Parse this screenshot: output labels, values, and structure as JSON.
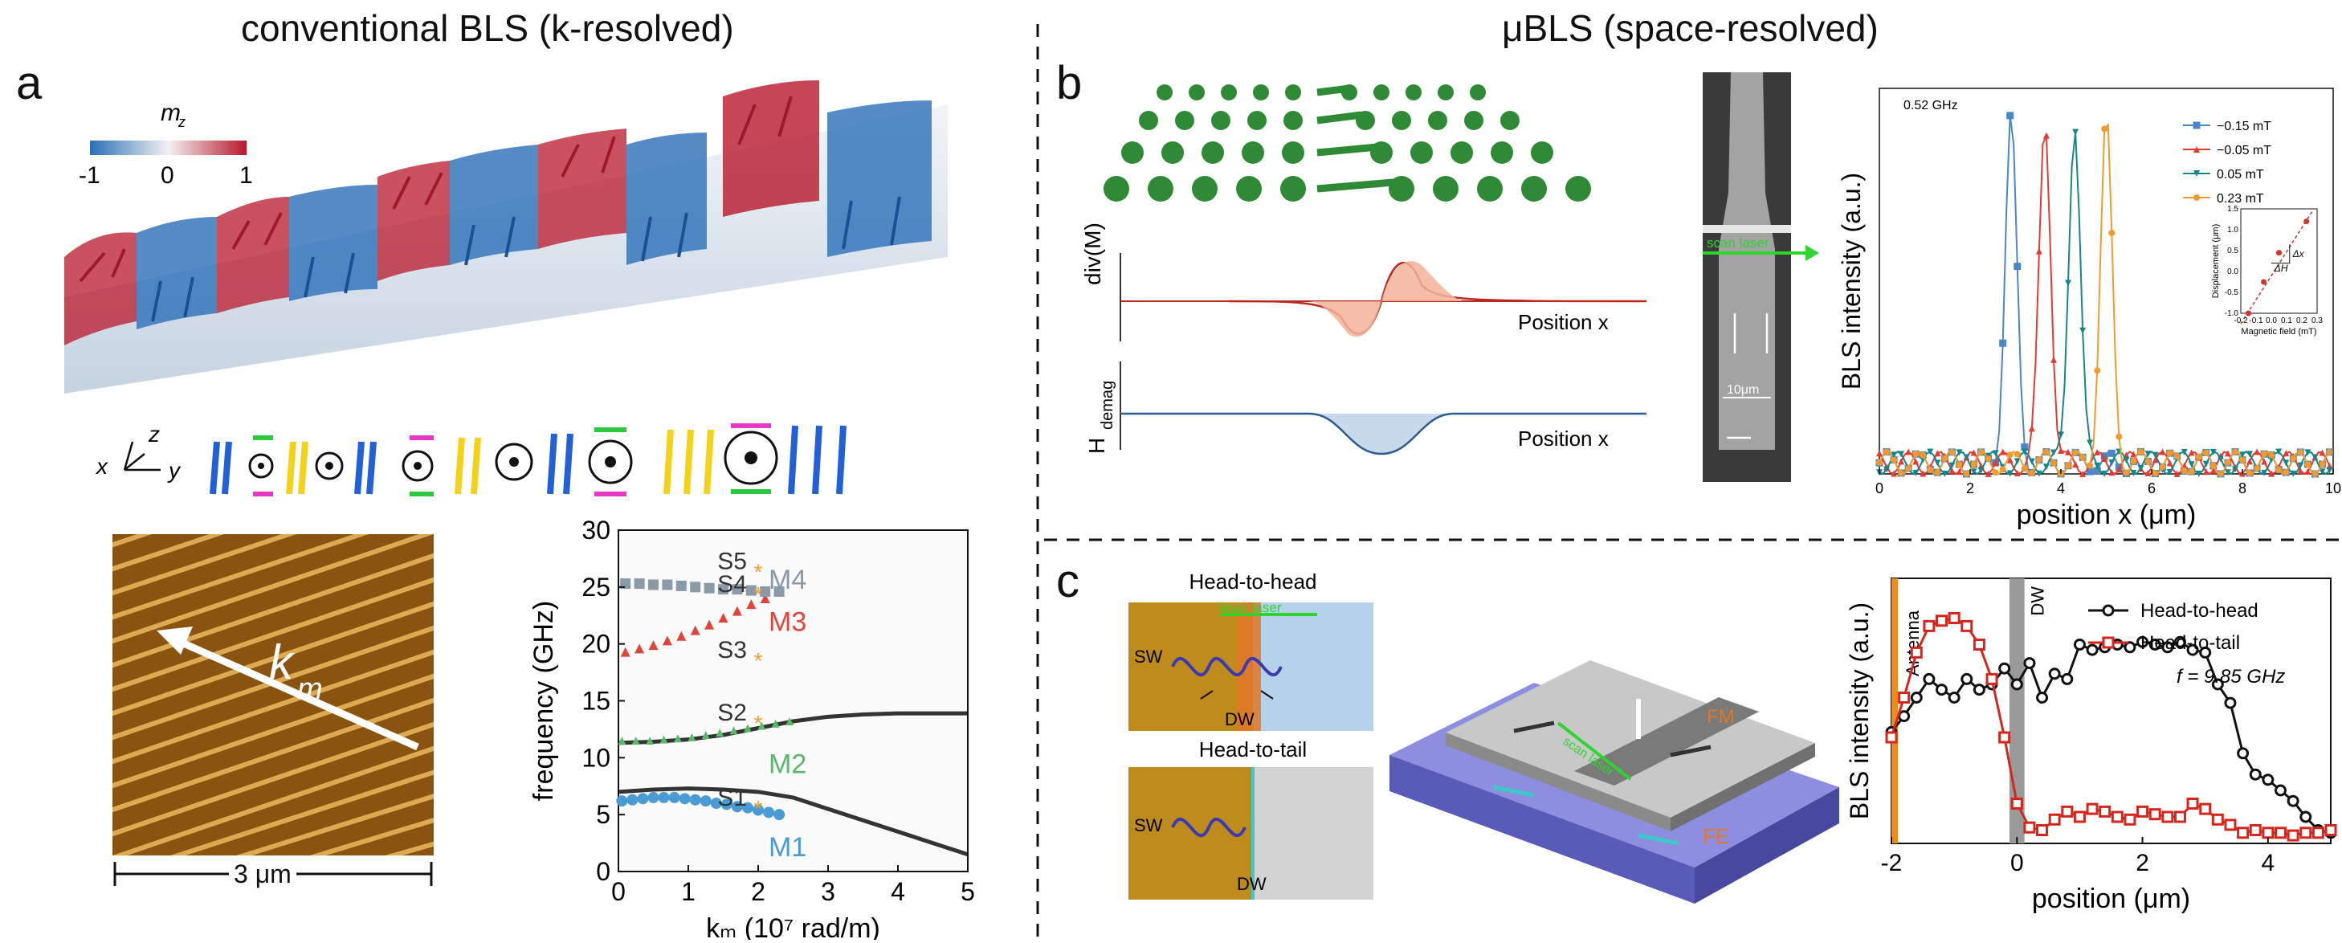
{
  "headers": {
    "left": "conventional BLS (k-resolved)",
    "right": "μBLS (space-resolved)"
  },
  "panel_labels": {
    "a": "a",
    "b": "b",
    "c": "c"
  },
  "panel_a": {
    "colorbar": {
      "title": "m",
      "title_sub": "z",
      "ticks": [
        "-1",
        "0",
        "1"
      ],
      "colors": {
        "neg": "#2a6fb8",
        "mid": "#f2f2f2",
        "pos": "#b8182b"
      }
    },
    "axes_triad": {
      "x": "x",
      "y": "y",
      "z": "z"
    },
    "afm": {
      "arrow_label": "k",
      "arrow_sub": "m",
      "scale_label": "3 μm"
    }
  },
  "panel_b": {
    "div_label": "div(M)",
    "hdemag_label": "H",
    "hdemag_sub": "demag",
    "position_label": "Position x",
    "sem": {
      "scan_label": "scan laser",
      "scale_label": "10μm"
    },
    "inset": {
      "xlabel": "Magnetic field (mT)",
      "ylabel": "Displacement (μm)",
      "dx_label": "Δx",
      "dh_label": "ΔH"
    }
  },
  "panel_c": {
    "h2h_title": "Head-to-head",
    "h2t_title": "Head-to-tail",
    "sw_label": "SW",
    "dw_label": "DW",
    "scan_label": "scan laser",
    "fm_label": "FM",
    "fe_label": "FE",
    "antenna_label": "Antenna",
    "dw_band_label": "DW",
    "freq_note": "f = 9.85 GHz"
  },
  "chart_data": [
    {
      "type": "scatter",
      "id": "dispersion",
      "xlabel": "kₘ (10⁷ rad/m)",
      "ylabel": "frequency (GHz)",
      "xlim": [
        0,
        5
      ],
      "ylim": [
        0,
        30
      ],
      "xticks": [
        "0",
        "1",
        "2",
        "3",
        "4",
        "5"
      ],
      "yticks": [
        "0",
        "5",
        "10",
        "15",
        "20",
        "25",
        "30"
      ],
      "series": [
        {
          "name": "M1",
          "color": "#4a9ad4",
          "x": [
            0.05,
            0.2,
            0.35,
            0.5,
            0.65,
            0.8,
            0.95,
            1.1,
            1.25,
            1.4,
            1.55,
            1.7,
            1.85,
            2.0,
            2.15,
            2.3
          ],
          "y": [
            6.2,
            6.3,
            6.4,
            6.5,
            6.5,
            6.5,
            6.4,
            6.3,
            6.2,
            6.0,
            5.9,
            5.7,
            5.6,
            5.4,
            5.2,
            5.0
          ]
        },
        {
          "name": "M2",
          "color": "#59b86a",
          "x": [
            0.05,
            0.25,
            0.45,
            0.65,
            0.85,
            1.05,
            1.25,
            1.45,
            1.65,
            1.85,
            2.05,
            2.25,
            2.45
          ],
          "y": [
            11.5,
            11.5,
            11.5,
            11.6,
            11.7,
            11.8,
            12.0,
            12.2,
            12.4,
            12.6,
            12.8,
            13.0,
            13.2
          ]
        },
        {
          "name": "M3",
          "color": "#e0453a",
          "x": [
            0.1,
            0.3,
            0.5,
            0.7,
            0.9,
            1.1,
            1.3,
            1.5,
            1.7,
            1.9,
            2.1
          ],
          "y": [
            19.3,
            19.6,
            19.9,
            20.3,
            20.7,
            21.2,
            21.7,
            22.3,
            22.9,
            23.5,
            24.0
          ]
        },
        {
          "name": "M4",
          "color": "#8a9aa8",
          "x": [
            0.1,
            0.3,
            0.5,
            0.7,
            0.9,
            1.1,
            1.3,
            1.5,
            1.7,
            1.9,
            2.1,
            2.3
          ],
          "y": [
            25.3,
            25.3,
            25.2,
            25.2,
            25.1,
            25.0,
            24.9,
            24.8,
            24.8,
            24.7,
            24.6,
            24.6
          ]
        }
      ],
      "stars": {
        "labels": [
          "S1",
          "S2",
          "S3",
          "S4",
          "S5"
        ],
        "x": [
          2,
          2,
          2,
          2,
          2
        ],
        "y": [
          5.5,
          13.0,
          18.5,
          24.3,
          26.3
        ],
        "color": "#f0a030"
      },
      "mode_labels": [
        {
          "text": "M1",
          "x": 2.15,
          "y": 2.2,
          "color": "#4a9ad4"
        },
        {
          "text": "M2",
          "x": 2.15,
          "y": 9.5,
          "color": "#59b86a"
        },
        {
          "text": "M3",
          "x": 2.15,
          "y": 22.0,
          "color": "#e0453a"
        },
        {
          "text": "M4",
          "x": 2.15,
          "y": 25.7,
          "color": "#8a9aa8"
        }
      ],
      "sim_curves": [
        {
          "x": [
            0,
            0.5,
            1,
            1.5,
            2,
            2.5,
            3,
            3.5,
            4,
            4.5,
            5
          ],
          "y": [
            7.0,
            7.2,
            7.3,
            7.2,
            7.0,
            6.5,
            5.5,
            4.5,
            3.5,
            2.5,
            1.5
          ]
        },
        {
          "x": [
            0,
            0.5,
            1,
            1.5,
            2,
            2.5,
            3,
            3.5,
            4,
            4.5,
            5
          ],
          "y": [
            11.3,
            11.4,
            11.6,
            12.0,
            12.6,
            13.2,
            13.6,
            13.8,
            13.9,
            13.9,
            13.9
          ]
        }
      ]
    },
    {
      "type": "line",
      "id": "ubls",
      "xlabel": "position x (μm)",
      "ylabel": "BLS intensity (a.u.)",
      "annotation": "0.52 GHz",
      "xlim": [
        0,
        10
      ],
      "xticks": [
        "0",
        "2",
        "4",
        "6",
        "8",
        "10"
      ],
      "series": [
        {
          "name": "−0.15 mT",
          "color": "#4a87c4",
          "marker": "square",
          "peak": 2.9
        },
        {
          "name": "−0.05 mT",
          "color": "#e33a33",
          "marker": "triangle-up",
          "peak": 3.65
        },
        {
          "name": "0.05 mT",
          "color": "#17868a",
          "marker": "triangle-down",
          "peak": 4.3
        },
        {
          "name": "0.23 mT",
          "color": "#f29a2c",
          "marker": "circle",
          "peak": 5.0
        }
      ],
      "inset": {
        "x": [
          -0.15,
          -0.05,
          0.05,
          0.23
        ],
        "y": [
          -1.0,
          -0.25,
          0.45,
          1.2
        ],
        "xlim": [
          -0.2,
          0.3
        ],
        "ylim": [
          -1.0,
          1.5
        ],
        "xticks": [
          "-0.2",
          "-0.1",
          "0.0",
          "0.1",
          "0.2",
          "0.3"
        ],
        "yticks": [
          "-1.0",
          "-0.5",
          "0.0",
          "0.5",
          "1.0",
          "1.5"
        ],
        "color": "#d2342e"
      }
    },
    {
      "type": "line",
      "id": "dw_transmission",
      "xlabel": "position (μm)",
      "ylabel": "BLS intensity (a.u.)",
      "xlim": [
        -2,
        5
      ],
      "ylim": [
        0,
        1
      ],
      "xticks": [
        "-2",
        "0",
        "2",
        "4"
      ],
      "series": [
        {
          "name": "Head-to-head",
          "color": "#111111",
          "marker": "circle",
          "x": [
            -2,
            -1.8,
            -1.6,
            -1.4,
            -1.2,
            -1.0,
            -0.8,
            -0.6,
            -0.4,
            -0.2,
            0.0,
            0.2,
            0.4,
            0.6,
            0.8,
            1.0,
            1.2,
            1.4,
            1.6,
            1.8,
            2.0,
            2.2,
            2.4,
            2.6,
            2.8,
            3.0,
            3.2,
            3.4,
            3.6,
            3.8,
            4.0,
            4.2,
            4.4,
            4.6,
            4.8,
            5.0
          ],
          "y": [
            0.42,
            0.48,
            0.55,
            0.62,
            0.58,
            0.55,
            0.62,
            0.58,
            0.6,
            0.66,
            0.6,
            0.68,
            0.55,
            0.64,
            0.62,
            0.75,
            0.73,
            0.74,
            0.75,
            0.74,
            0.76,
            0.75,
            0.74,
            0.76,
            0.73,
            0.72,
            0.6,
            0.53,
            0.34,
            0.26,
            0.24,
            0.2,
            0.16,
            0.1,
            0.05,
            0.04
          ]
        },
        {
          "name": "Head-to-tail",
          "color": "#d4261c",
          "marker": "square",
          "x": [
            -2,
            -1.8,
            -1.6,
            -1.4,
            -1.2,
            -1.0,
            -0.8,
            -0.6,
            -0.4,
            -0.2,
            0.0,
            0.2,
            0.4,
            0.6,
            0.8,
            1.0,
            1.2,
            1.4,
            1.6,
            1.8,
            2.0,
            2.2,
            2.4,
            2.6,
            2.8,
            3.0,
            3.2,
            3.4,
            3.6,
            3.8,
            4.0,
            4.2,
            4.4,
            4.6,
            4.8,
            5.0
          ],
          "y": [
            0.4,
            0.55,
            0.72,
            0.82,
            0.84,
            0.85,
            0.82,
            0.75,
            0.62,
            0.4,
            0.15,
            0.06,
            0.05,
            0.09,
            0.12,
            0.1,
            0.13,
            0.12,
            0.1,
            0.09,
            0.12,
            0.11,
            0.1,
            0.1,
            0.15,
            0.13,
            0.09,
            0.07,
            0.04,
            0.05,
            0.04,
            0.04,
            0.03,
            0.04,
            0.04,
            0.05
          ]
        }
      ]
    }
  ]
}
